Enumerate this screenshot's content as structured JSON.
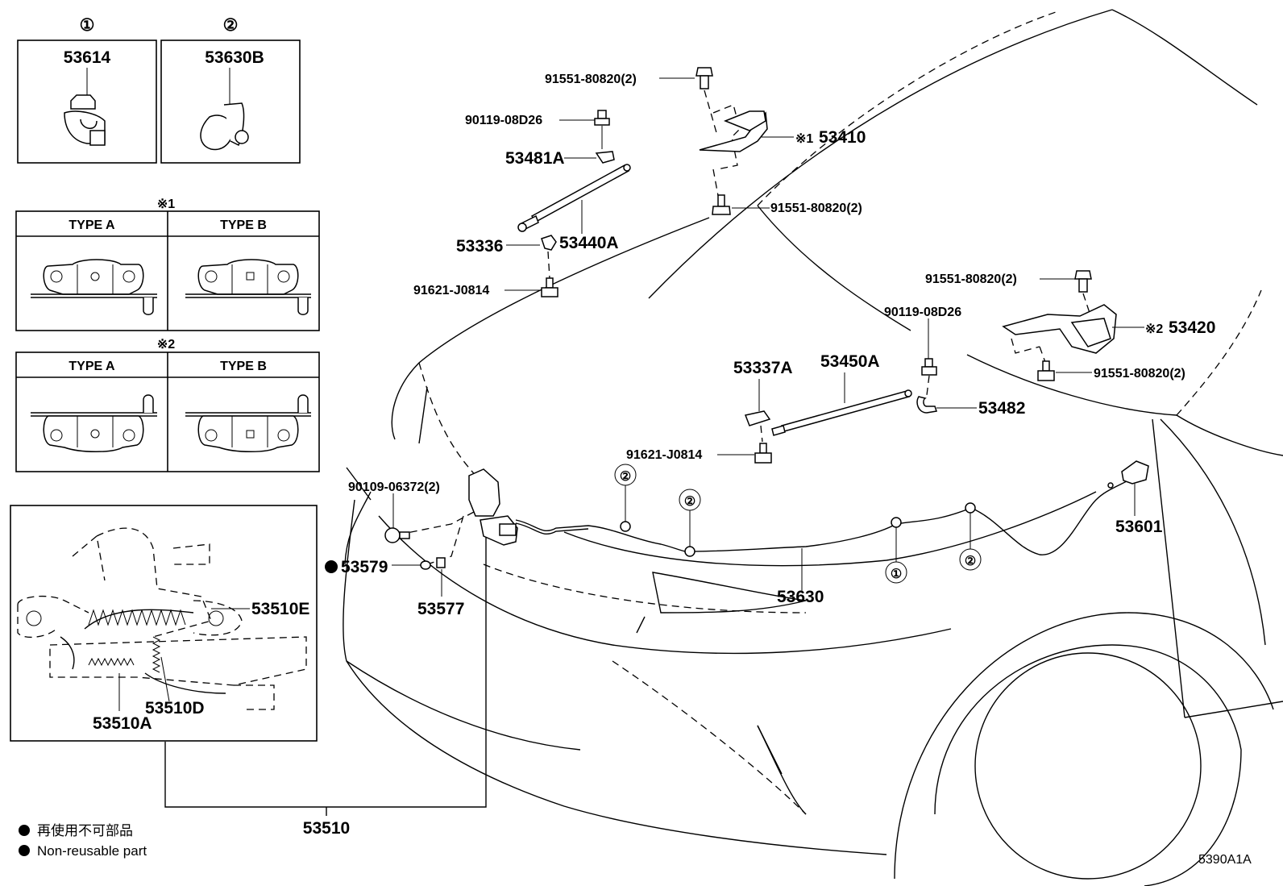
{
  "inset_top": {
    "box1": {
      "marker": "①",
      "part": "53614"
    },
    "box2": {
      "marker": "②",
      "part": "53630B"
    }
  },
  "type_table_1": {
    "note": "※1",
    "type_a": "TYPE A",
    "type_b": "TYPE B"
  },
  "type_table_2": {
    "note": "※2",
    "type_a": "TYPE A",
    "type_b": "TYPE B"
  },
  "lock_inset": {
    "part_e": "53510E",
    "part_d": "53510D",
    "part_a": "53510A"
  },
  "callouts": {
    "bolt_top": "91551-80820(2)",
    "bolt_90119_left": "90119-08D26",
    "p53481a": "53481A",
    "p53336": "53336",
    "p53440a": "53440A",
    "bolt_91621_upper": "91621-J0814",
    "hinge_left_mark": "※1",
    "hinge_left": "53410",
    "bolt_hinge_left_lower": "91551-80820(2)",
    "bolt_right_top": "91551-80820(2)",
    "bolt_90119_right": "90119-08D26",
    "hinge_right_mark": "※2",
    "hinge_right": "53420",
    "bolt_right_lower": "91551-80820(2)",
    "p53337a": "53337A",
    "p53450a": "53450A",
    "p53482": "53482",
    "bolt_91621_lower": "91621-J0814",
    "bolt_90109": "90109-06372(2)",
    "p53579": "53579",
    "p53577": "53577",
    "p53630": "53630",
    "p53601": "53601",
    "p53510": "53510",
    "clip_mark_1": "②",
    "clip_mark_2": "②",
    "clip_mark_3": "①",
    "clip_mark_4": "②"
  },
  "legend": {
    "jp": "再使用不可部品",
    "en": "Non-reusable part"
  },
  "figure_id": "5390A1A"
}
